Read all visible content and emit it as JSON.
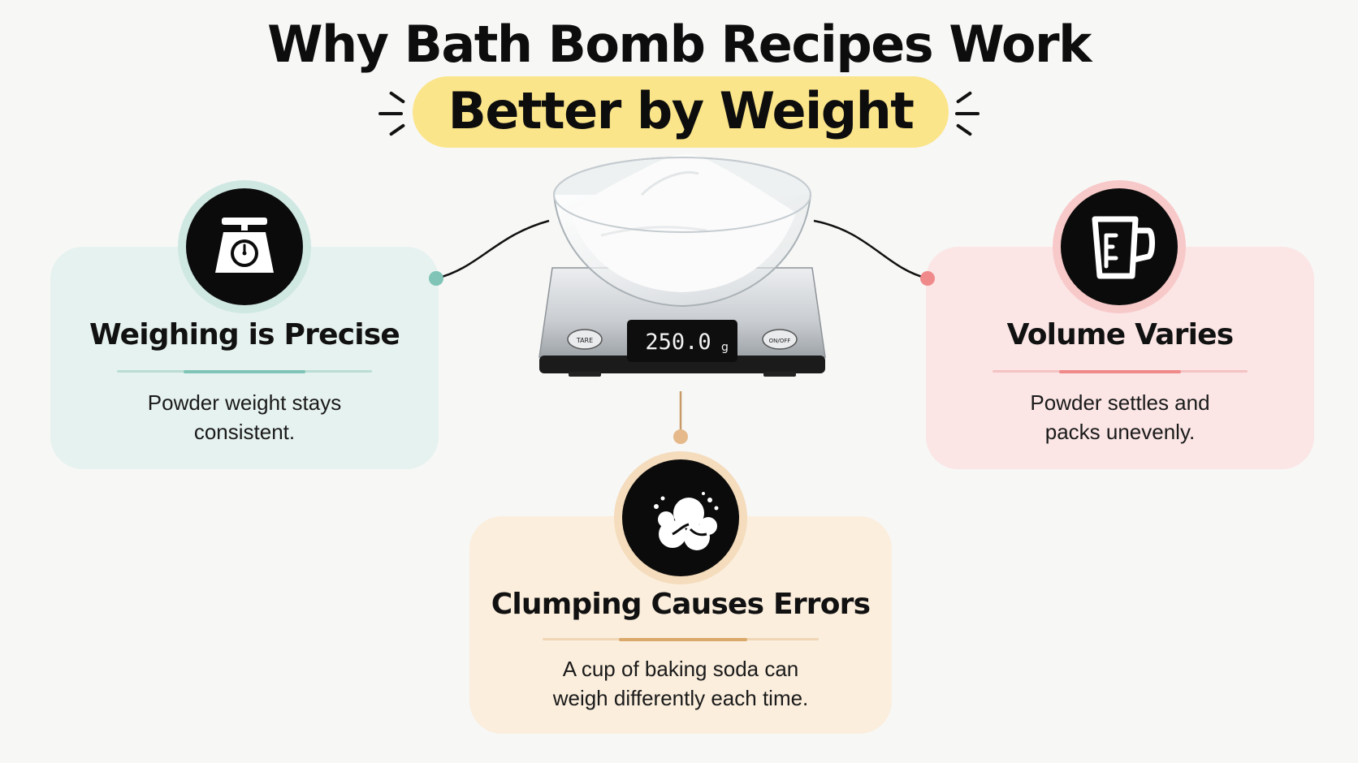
{
  "title": {
    "line1": "Why Bath Bomb Recipes Work",
    "line2": "Better by Weight"
  },
  "colors": {
    "highlight": "#fbe58a",
    "teal_card": "#e6f2ef",
    "teal_accent": "#7fc4b6",
    "pink_card": "#fbe5e5",
    "pink_accent": "#f08a8a",
    "peach_card": "#fbeedd",
    "peach_accent": "#d9a86a"
  },
  "scale": {
    "display": "250.0",
    "unit": "g",
    "left_button": "TARE",
    "right_button": "ON/OFF"
  },
  "cards": {
    "weighing": {
      "icon": "kitchen-scale-icon",
      "title": "Weighing is Precise",
      "line1": "Powder weight stays",
      "line2": "consistent."
    },
    "volume": {
      "icon": "measuring-cup-icon",
      "title": "Volume Varies",
      "line1": "Powder settles and",
      "line2": "packs unevenly."
    },
    "clumping": {
      "icon": "clumps-icon",
      "title": "Clumping Causes Errors",
      "line1": "A cup of baking soda can",
      "line2": "weigh differently each time."
    }
  }
}
